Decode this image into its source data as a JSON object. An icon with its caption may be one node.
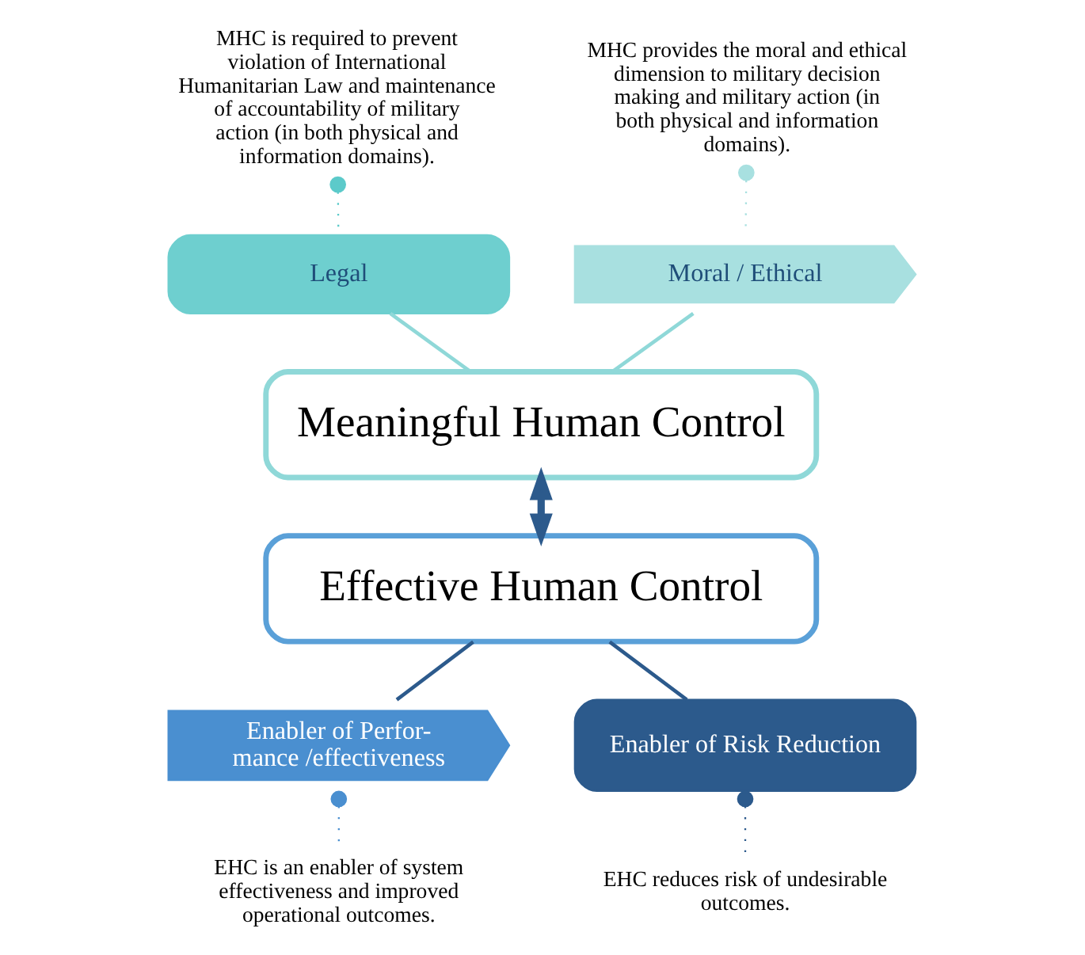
{
  "diagram": {
    "nodes": [
      {
        "text": [
          "Moral / Ethical"
        ]
      },
      {
        "text": [
          "Legal"
        ]
      },
      {
        "text": [
          "Meaningful Human Control"
        ]
      },
      {
        "text": [
          "Effective Human Control"
        ]
      },
      {
        "text": [
          "Enabler of Perfor- mance /effectiveness"
        ]
      },
      {
        "text": [
          "Enabler of Risk Reduction"
        ]
      },
      {
        "text": [
          "MHC provides the moral and ethical dimension to military decision making and military action (in both physical and information domains)."
        ]
      },
      {
        "text": [
          "MHC is required to prevent violation of International Humanitarian Law and maintenance of accountability of military action (in both physical and information domains)."
        ]
      },
      {
        "text": [
          "EHC is an enabler of system effectiveness and improved operational outcomes."
        ]
      },
      {
        "text": [
          "EHC reduces risk of undesirable outcomes."
        ]
      }
    ],
    "edges": [
      {
        "from": 6,
        "to": 0,
        "arrow": "other",
        "style": "dashed",
        "color": "#a8e0e0"
      },
      {
        "from": 7,
        "to": 1,
        "arrow": "other",
        "style": "dashed",
        "color": "#5ccaca"
      },
      {
        "from": 0,
        "to": 2,
        "arrow": "none",
        "color": "#8fd8d8"
      },
      {
        "from": 1,
        "to": 2,
        "arrow": "none",
        "color": "#8fd8d8"
      },
      {
        "from": 2,
        "to": 3,
        "arrow": "both",
        "style": "thick",
        "color": "#2c5a8c"
      },
      {
        "from": 3,
        "to": 4,
        "arrow": "none",
        "color": "#2c5a8c"
      },
      {
        "from": 3,
        "to": 5,
        "arrow": "none",
        "color": "#2c5a8c"
      },
      {
        "from": 4,
        "to": 8,
        "arrow": "other",
        "style": "dashed",
        "color": "#4a8fd0"
      },
      {
        "from": 5,
        "to": 9,
        "arrow": "other",
        "style": "dashed",
        "color": "#2c5a8c"
      }
    ]
  }
}
